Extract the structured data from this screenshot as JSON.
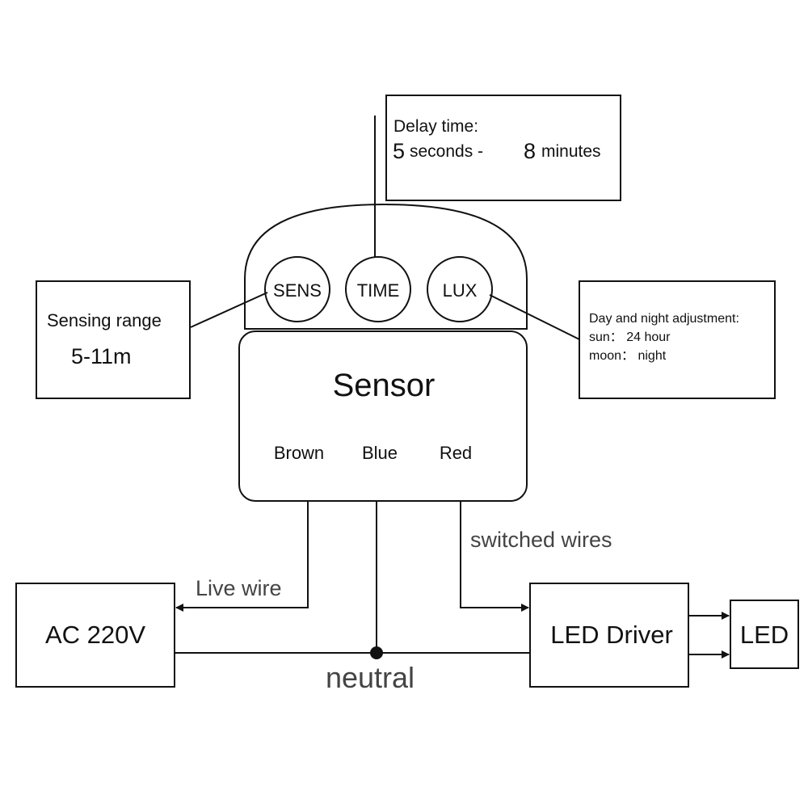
{
  "delay_box": {
    "title": "Delay time:",
    "min_num": "5",
    "min_unit": "seconds -",
    "max_num": "8",
    "max_unit": "minutes"
  },
  "knobs": {
    "sens": "SENS",
    "time": "TIME",
    "lux": "LUX"
  },
  "range_box": {
    "title": "Sensing range",
    "value": "5-11m"
  },
  "lux_box": {
    "title": "Day and night adjustment:",
    "line1": "sun： 24 hour",
    "line2": "moon： night"
  },
  "sensor": {
    "title": "Sensor",
    "wire_brown": "Brown",
    "wire_blue": "Blue",
    "wire_red": "Red"
  },
  "wires": {
    "live": "Live wire",
    "switched": "switched wires",
    "neutral": "neutral"
  },
  "ac_box": {
    "label": "AC 220V"
  },
  "driver_box": {
    "label": "LED Driver"
  },
  "led_box": {
    "label": "LED"
  }
}
